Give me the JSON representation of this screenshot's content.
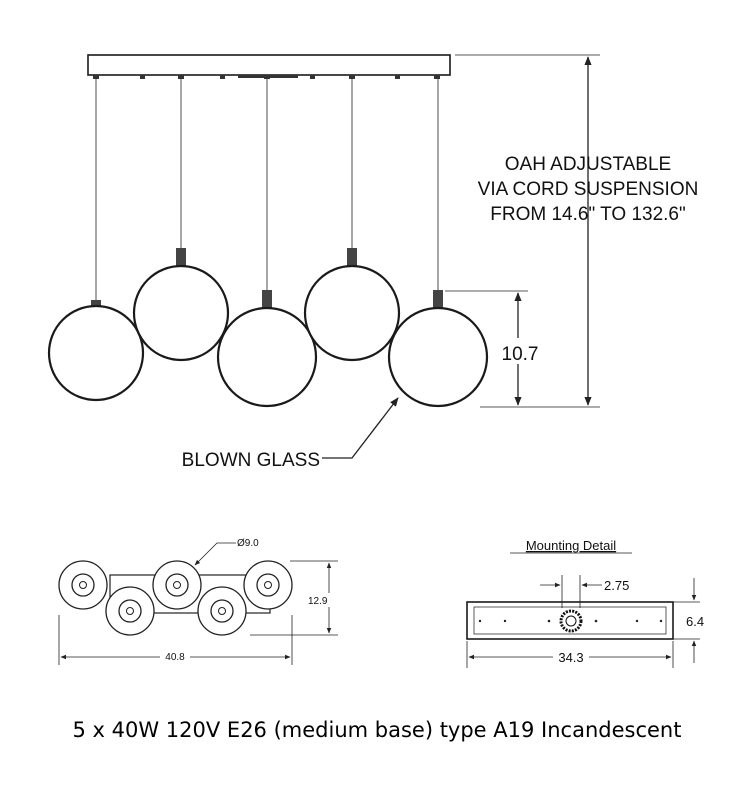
{
  "elevation": {
    "oah_lines": [
      "OAH ADJUSTABLE",
      "VIA CORD SUSPENSION",
      "FROM 14.6\" TO 132.6\""
    ],
    "globe_height": "10.7",
    "material_label": "BLOWN GLASS"
  },
  "plan_view": {
    "diameter": "Ø9.0",
    "width": "40.8",
    "depth": "12.9"
  },
  "mounting": {
    "title": "Mounting Detail",
    "offset": "2.75",
    "height": "6.4",
    "length": "34.3"
  },
  "caption": "5 x 40W 120V E26 (medium base) type A19 Incandescent"
}
